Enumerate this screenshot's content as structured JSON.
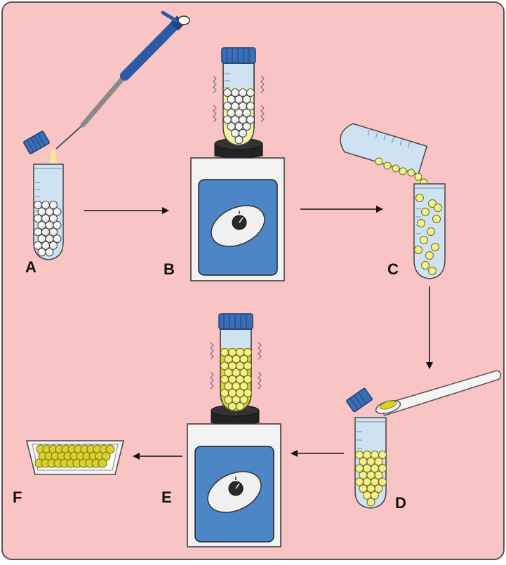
{
  "diagram": {
    "steps": [
      {
        "id": "A",
        "label": "A"
      },
      {
        "id": "B",
        "label": "B"
      },
      {
        "id": "C",
        "label": "C"
      },
      {
        "id": "D",
        "label": "D"
      },
      {
        "id": "E",
        "label": "E"
      },
      {
        "id": "F",
        "label": "F"
      }
    ],
    "flow": [
      "A",
      "B",
      "C",
      "D",
      "E",
      "F"
    ]
  },
  "colors": {
    "background": "#f8c4c4",
    "border": "#555555",
    "cap_blue": "#3a6fb5",
    "tube_liquid": "#cfe2f2",
    "yellow_liquid": "#f4f0a6",
    "yellow_bead": "#f3f08a",
    "coating": "#d9d22c",
    "shaker_panel": "#4c86c6",
    "pipette_blue": "#2a5aa8"
  },
  "icons": [
    "pipette-icon",
    "tube-icon",
    "shaker-icon",
    "spatula-icon",
    "weigh-boat-icon",
    "arrow-icon"
  ]
}
